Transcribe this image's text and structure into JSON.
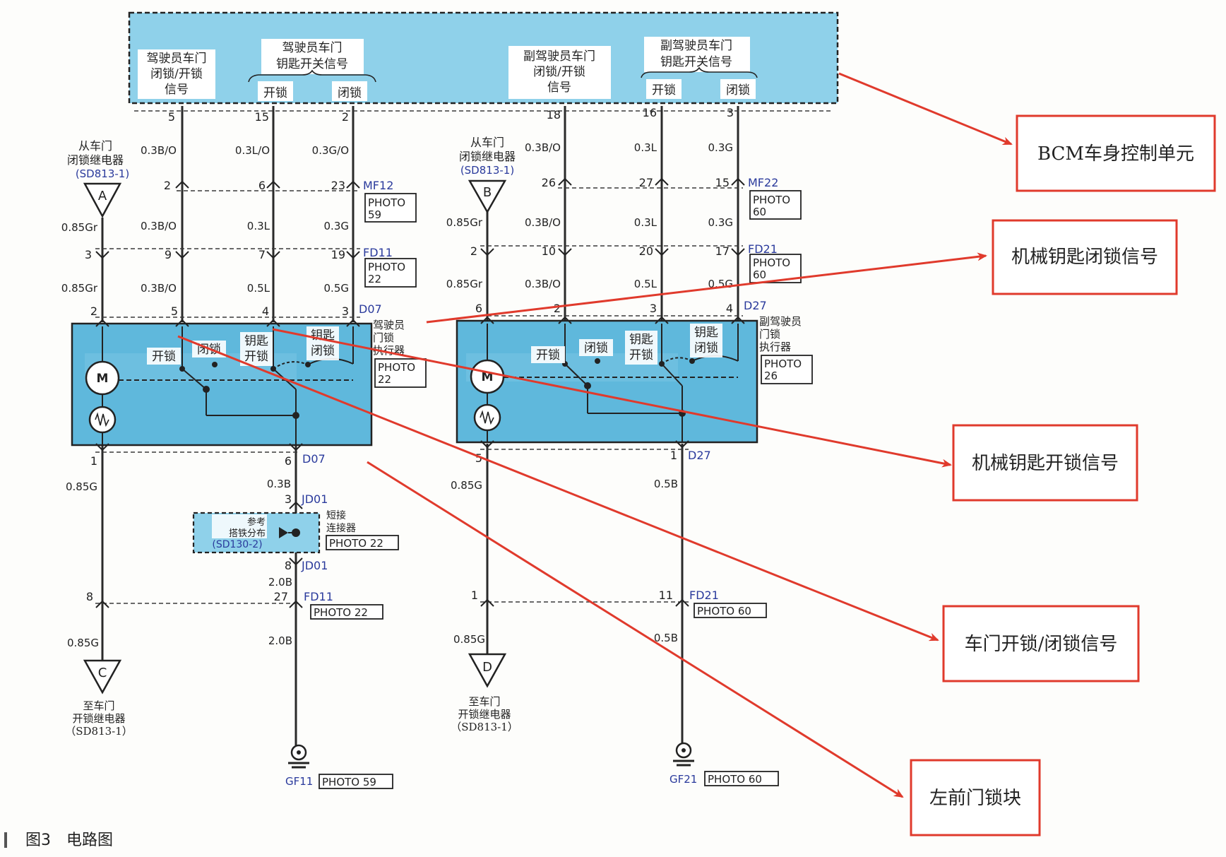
{
  "colors": {
    "bcm_fill": "#8fd1ea",
    "module_fill": "#5fb8dc",
    "wire": "#2a2a2a",
    "callout_red": "#e03a2c",
    "connector_blue": "#2a3a9c",
    "dashed": "#3a3a3a"
  },
  "bcm": {
    "drv_lock_label": [
      "驾驶员车门",
      "闭锁/开锁",
      "信号"
    ],
    "drv_key_label": [
      "驾驶员车门",
      "钥匙开关信号"
    ],
    "drv_unlock": "开锁",
    "drv_lock": "闭锁",
    "pass_lock_label": [
      "副驾驶员车门",
      "闭锁/开锁",
      "信号"
    ],
    "pass_key_label": [
      "副驾驶员车门",
      "钥匙开关信号"
    ],
    "pass_unlock": "开锁",
    "pass_lock": "闭锁"
  },
  "pins_top": [
    "5",
    "15",
    "2",
    "18",
    "16",
    "3"
  ],
  "relay_a": {
    "lines": [
      "从车门",
      "闭锁继电器"
    ],
    "ref": "(SD813-1)",
    "letter": "A"
  },
  "relay_b": {
    "lines": [
      "从车门",
      "闭锁继电器"
    ],
    "ref": "(SD813-1)",
    "letter": "B"
  },
  "relay_c": {
    "letter": "C",
    "lines": [
      "至车门",
      "开锁继电器"
    ],
    "ref": "（SD813-1）"
  },
  "relay_d": {
    "letter": "D",
    "lines": [
      "至车门",
      "开锁继电器"
    ],
    "ref": "（SD813-1）"
  },
  "wires_row1": [
    "0.3B/O",
    "0.3L/O",
    "0.3G/O",
    "0.3B/O",
    "0.3L",
    "0.3G"
  ],
  "mf12": {
    "pins": [
      "2",
      "6",
      "23"
    ],
    "name": "MF12",
    "photo": [
      "PHOTO",
      "59"
    ]
  },
  "mf22": {
    "pins": [
      "26",
      "27",
      "15"
    ],
    "name": "MF22",
    "photo": [
      "PHOTO",
      "60"
    ]
  },
  "wires_row2": [
    "0.85Gr",
    "0.3B/O",
    "0.3L",
    "0.3G",
    "0.85Gr",
    "0.3B/O",
    "0.3L",
    "0.3G"
  ],
  "fd11_top": {
    "pins": [
      "3",
      "9",
      "7",
      "19"
    ],
    "name": "FD11",
    "photo": [
      "PHOTO",
      "22"
    ]
  },
  "fd21_top": {
    "pins": [
      "2",
      "10",
      "20",
      "17"
    ],
    "name": "FD21",
    "photo": [
      "PHOTO",
      "60"
    ]
  },
  "wires_row3": [
    "0.85Gr",
    "0.3B/O",
    "0.5L",
    "0.5G",
    "0.85Gr",
    "0.3B/O",
    "0.5L",
    "0.5G"
  ],
  "d07": {
    "pins": [
      "2",
      "5",
      "4",
      "3"
    ],
    "name": "D07",
    "bottom_pins": [
      "1",
      "6"
    ]
  },
  "d27": {
    "pins": [
      "6",
      "2",
      "3",
      "4"
    ],
    "name": "D27",
    "bottom_pins": [
      "5",
      "1"
    ]
  },
  "drv_actuator": {
    "title": [
      "驾驶员",
      "门锁",
      "执行器"
    ],
    "photo": [
      "PHOTO",
      "22"
    ],
    "unlock": "开锁",
    "lock": "闭锁",
    "key_unlock": [
      "钥匙",
      "开锁"
    ],
    "key_lock": [
      "钥匙",
      "闭锁"
    ],
    "motor": "M"
  },
  "pass_actuator": {
    "title": [
      "副驾驶员",
      "门锁",
      "执行器"
    ],
    "photo": [
      "PHOTO",
      "26"
    ],
    "unlock": "开锁",
    "lock": "闭锁",
    "key_unlock": [
      "钥匙",
      "开锁"
    ],
    "key_lock": [
      "钥匙",
      "闭锁"
    ],
    "motor": "M"
  },
  "lower_left": {
    "w1": "0.85G",
    "w2": "0.3B",
    "jd01_top_pin": "3",
    "jd01": "JD01",
    "jd01_bottom_pin": "8",
    "splice_label": [
      "短接",
      "连接器"
    ],
    "splice_photo": "PHOTO 22",
    "ref_label": [
      "参考",
      "搭铁分布"
    ],
    "ref_code": "(SD130-2)",
    "w3": "2.0B",
    "pin_8": "8",
    "pin_27": "27",
    "fd11": "FD11",
    "fd11_photo": "PHOTO 22",
    "w4": "0.85G",
    "w5": "2.0B",
    "ground": "GF11",
    "ground_photo": "PHOTO 59"
  },
  "lower_right": {
    "w1": "0.85G",
    "w2": "0.5B",
    "pin_1": "1",
    "pin_11": "11",
    "fd21": "FD21",
    "fd21_photo": "PHOTO 60",
    "w3": "0.85G",
    "w4": "0.5B",
    "ground": "GF21",
    "ground_photo": "PHOTO 60"
  },
  "callouts": {
    "bcm": "BCM车身控制单元",
    "key_lock": "机械钥匙闭锁信号",
    "key_unlock": "机械钥匙开锁信号",
    "door_signal": "车门开锁/闭锁信号",
    "lock_block": "左前门锁块"
  },
  "caption": {
    "fig": "图3",
    "title": "电路图"
  }
}
